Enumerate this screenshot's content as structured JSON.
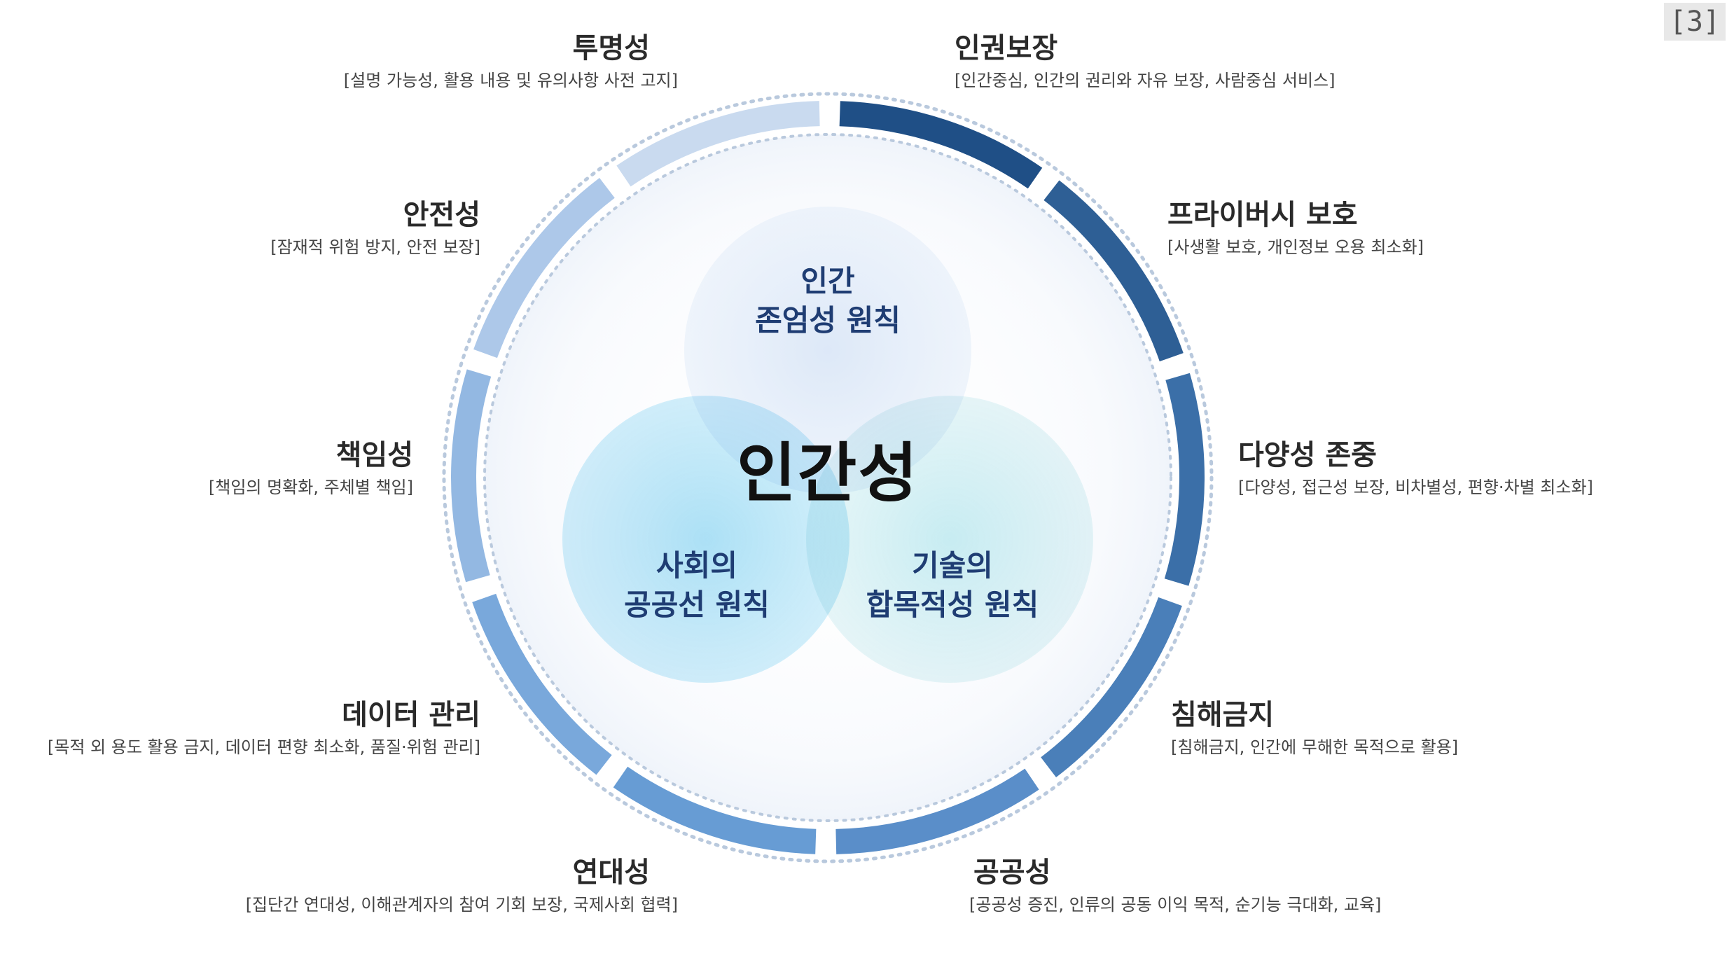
{
  "ref": "[3]",
  "center": {
    "title": "인간성"
  },
  "circles": {
    "top": [
      "인간",
      "존엄성 원칙"
    ],
    "left": [
      "사회의",
      "공공선 원칙"
    ],
    "right": [
      "기술의",
      "합목적성 원칙"
    ]
  },
  "segments": [
    {
      "title": "인권보장",
      "desc": "[인간중심, 인간의 권리와 자유 보장, 사람중심 서비스]",
      "color": "#1f4f86"
    },
    {
      "title": "프라이버시 보호",
      "desc": "[사생활 보호, 개인정보 오용 최소화]",
      "color": "#2e5f95"
    },
    {
      "title": "다양성 존중",
      "desc": "[다양성, 접근성 보장, 비차별성, 편향·차별 최소화]",
      "color": "#3b6fa8"
    },
    {
      "title": "침해금지",
      "desc": "[침해금지, 인간에 무해한 목적으로 활용]",
      "color": "#4a7fb9"
    },
    {
      "title": "공공성",
      "desc": "[공공성 증진, 인류의 공동 이익 목적, 순기능 극대화, 교육]",
      "color": "#5a8ec9"
    },
    {
      "title": "연대성",
      "desc": "[집단간 연대성, 이해관계자의 참여 기회 보장, 국제사회 협력]",
      "color": "#679cd4"
    },
    {
      "title": "데이터 관리",
      "desc": "[목적 외 용도 활용 금지, 데이터 편향 최소화, 품질·위험 관리]",
      "color": "#79a8db"
    },
    {
      "title": "책임성",
      "desc": "[책임의 명확화, 주체별 책임]",
      "color": "#93b8e2"
    },
    {
      "title": "안전성",
      "desc": "[잠재적 위험 방지, 안전 보장]",
      "color": "#adc8e9"
    },
    {
      "title": "투명성",
      "desc": "[설명 가능성, 활용 내용 및 유의사항 사전 고지]",
      "color": "#c9daef"
    }
  ]
}
